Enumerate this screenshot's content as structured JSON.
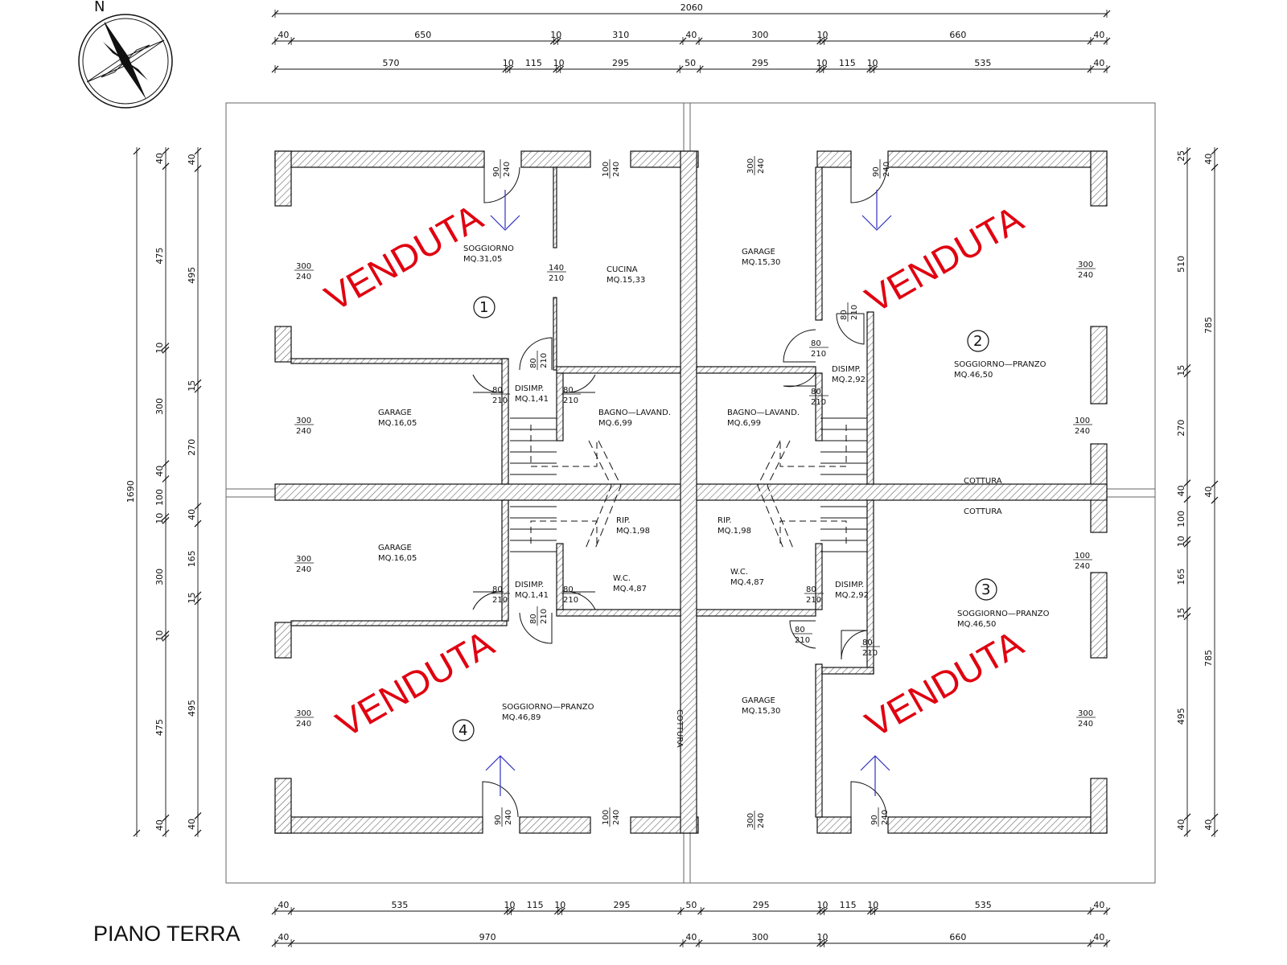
{
  "title": "PIANO TERRA",
  "north_label": "N",
  "stamp_text": "VENDUTA",
  "colors": {
    "stamp": "#e00010",
    "wall_hatch": "#555555",
    "line": "#111111",
    "arrow": "#3030c0"
  },
  "dims_top": {
    "overall": "2060",
    "row1": [
      "40",
      "650",
      "10",
      "310",
      "40",
      "300",
      "10",
      "660",
      "40"
    ],
    "row2": [
      "570",
      "10",
      "115",
      "10",
      "295",
      "50",
      "295",
      "10",
      "115",
      "10",
      "535",
      "40"
    ]
  },
  "dims_bottom": {
    "row1": [
      "40",
      "535",
      "10",
      "115",
      "10",
      "295",
      "50",
      "295",
      "10",
      "115",
      "10",
      "535",
      "40"
    ],
    "row2": [
      "40",
      "970",
      "40",
      "300",
      "10",
      "660",
      "40"
    ]
  },
  "dims_left": {
    "overall": "1690",
    "outer": [
      "40",
      "475",
      "10",
      "300",
      "40",
      "100",
      "10",
      "300",
      "10",
      "475",
      "40"
    ],
    "inner": [
      "40",
      "495",
      "15",
      "270",
      "40",
      "165",
      "15",
      "495",
      "40"
    ]
  },
  "dims_right": {
    "inner": [
      "25",
      "510",
      "15",
      "270",
      "40",
      "100",
      "10",
      "165",
      "15",
      "495",
      "40"
    ],
    "outer": [
      "40",
      "785",
      "40",
      "785",
      "40"
    ]
  },
  "units": [
    {
      "number": "1",
      "room": "SOGGIORNO",
      "area": "MQ.31,05"
    },
    {
      "number": "2",
      "room": "SOGGIORNO—PRANZO",
      "area": "MQ.46,50"
    },
    {
      "number": "3",
      "room": "SOGGIORNO—PRANZO",
      "area": "MQ.46,50"
    },
    {
      "number": "4",
      "room": "SOGGIORNO—PRANZO",
      "area": "MQ.46,89"
    }
  ],
  "rooms": [
    {
      "name": "CUCINA",
      "area": "MQ.15,33"
    },
    {
      "name": "GARAGE",
      "area": "MQ.15,30"
    },
    {
      "name": "GARAGE",
      "area": "MQ.16,05"
    },
    {
      "name": "DISIMP.",
      "area": "MQ.1,41"
    },
    {
      "name": "BAGNO—LAVAND.",
      "area": "MQ.6,99"
    },
    {
      "name": "BAGNO—LAVAND.",
      "area": "MQ.6,99"
    },
    {
      "name": "DISIMP.",
      "area": "MQ.2,92"
    },
    {
      "name": "GARAGE",
      "area": "MQ.16,05"
    },
    {
      "name": "RIP.",
      "area": "MQ.1,98"
    },
    {
      "name": "RIP.",
      "area": "MQ.1,98"
    },
    {
      "name": "W.C.",
      "area": "MQ.4,87"
    },
    {
      "name": "W.C.",
      "area": "MQ.4,87"
    },
    {
      "name": "DISIMP.",
      "area": "MQ.1,41"
    },
    {
      "name": "DISIMP.",
      "area": "MQ.2,92"
    },
    {
      "name": "GARAGE",
      "area": "MQ.15,30"
    }
  ],
  "cottura_labels": [
    "COTTURA",
    "COTTURA",
    "COTTURA"
  ],
  "openings": [
    {
      "w": "90",
      "h": "240"
    },
    {
      "w": "100",
      "h": "240"
    },
    {
      "w": "300",
      "h": "240"
    },
    {
      "w": "90",
      "h": "240"
    },
    {
      "w": "300",
      "h": "240"
    },
    {
      "w": "140",
      "h": "210"
    },
    {
      "w": "300",
      "h": "240"
    },
    {
      "w": "80",
      "h": "210"
    },
    {
      "w": "80",
      "h": "210"
    },
    {
      "w": "80",
      "h": "210"
    },
    {
      "w": "80",
      "h": "210"
    },
    {
      "w": "80",
      "h": "210"
    },
    {
      "w": "80",
      "h": "210"
    },
    {
      "w": "300",
      "h": "240"
    },
    {
      "w": "100",
      "h": "240"
    },
    {
      "w": "300",
      "h": "240"
    },
    {
      "w": "100",
      "h": "240"
    },
    {
      "w": "80",
      "h": "210"
    },
    {
      "w": "80",
      "h": "210"
    },
    {
      "w": "80",
      "h": "210"
    },
    {
      "w": "80",
      "h": "210"
    },
    {
      "w": "80",
      "h": "210"
    },
    {
      "w": "80",
      "h": "210"
    },
    {
      "w": "300",
      "h": "240"
    },
    {
      "w": "300",
      "h": "240"
    },
    {
      "w": "90",
      "h": "240"
    },
    {
      "w": "100",
      "h": "240"
    },
    {
      "w": "300",
      "h": "240"
    },
    {
      "w": "90",
      "h": "240"
    }
  ]
}
